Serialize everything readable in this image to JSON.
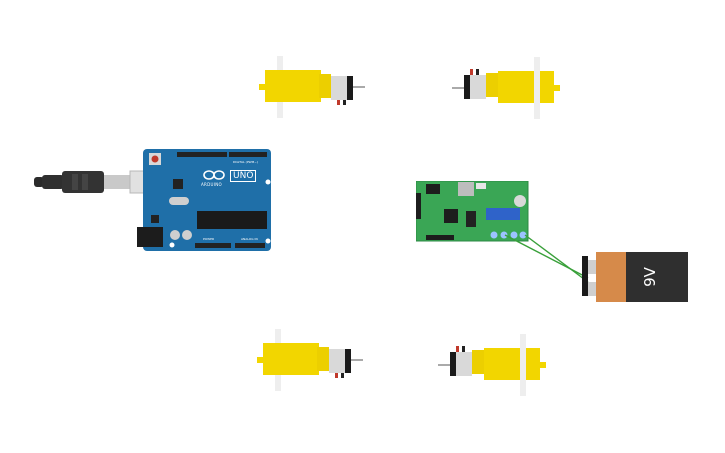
{
  "canvas": {
    "background": "#ffffff"
  },
  "components": {
    "arduino": {
      "logo_text": "ARDUINO",
      "model": "UNO",
      "header_digital": "DIGITAL (PWM~)",
      "header_power": "POWER",
      "header_analog": "ANALOG IN",
      "board_color": "#1f6fa8"
    },
    "usb_cable": {
      "color": "#2b2b2b"
    },
    "motor_driver": {
      "board_color": "#3aa655",
      "pot_color": "#2f63c9"
    },
    "battery": {
      "label": "9V",
      "body_color": "#2f2f2f",
      "band_color": "#d68a4a"
    },
    "motors": {
      "color": "#f2d600",
      "count": 4
    },
    "wires": {
      "color": "#39a03a"
    }
  }
}
